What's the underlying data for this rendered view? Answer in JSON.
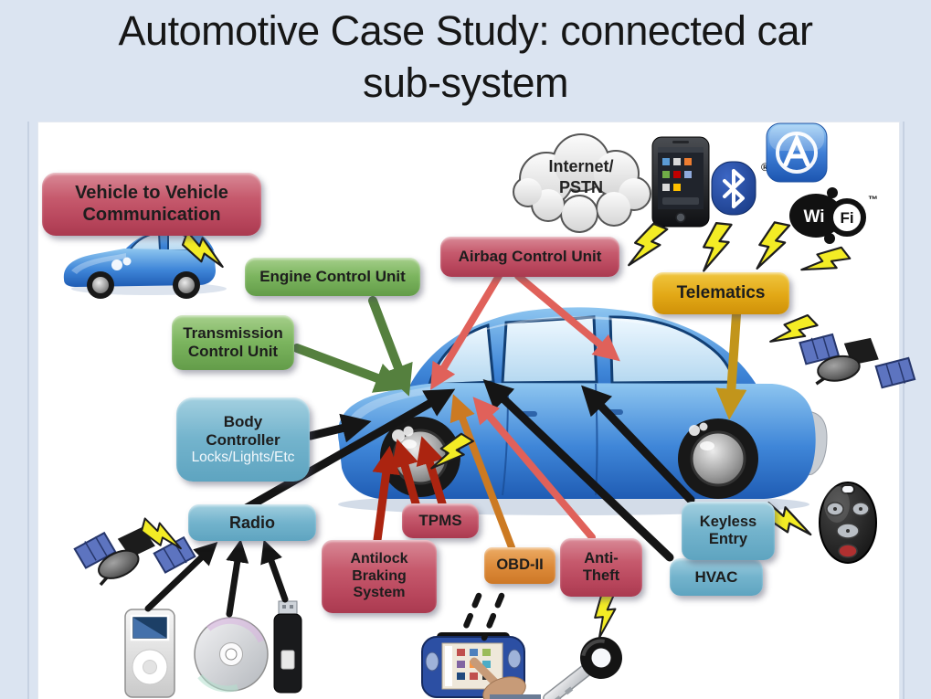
{
  "slide": {
    "title": [
      "Automotive Case Study: connected car",
      "sub-system"
    ]
  },
  "colors": {
    "background": "#dbe4f1",
    "panel": "#ffffff",
    "box_red": "#c14f62",
    "box_green": "#74ae58",
    "box_blue": "#6cb0cb",
    "box_yellow": "#e0a81a",
    "box_orange": "#dd8b3a",
    "arrow_black": "#151515",
    "arrow_green": "#55803e",
    "arrow_salmon": "#e0615a",
    "arrow_gold": "#c2951b",
    "arrow_darkred": "#ab2410",
    "arrow_orange": "#cc7a22",
    "lightning_yellow": "#f3ec25"
  },
  "boxes": {
    "v2v": {
      "lines": [
        "Vehicle to Vehicle",
        "Communication"
      ]
    },
    "ecu": {
      "lines": [
        "Engine Control Unit"
      ]
    },
    "tcu": {
      "lines": [
        "Transmission",
        "Control Unit"
      ]
    },
    "body_controller": {
      "lines": [
        "Body",
        "Controller"
      ],
      "subtitle": "Locks/Lights/Etc"
    },
    "radio": {
      "lines": [
        "Radio"
      ]
    },
    "airbag": {
      "lines": [
        "Airbag Control Unit"
      ]
    },
    "telematics": {
      "lines": [
        "Telematics"
      ]
    },
    "tpms": {
      "lines": [
        "TPMS"
      ]
    },
    "abs": {
      "lines": [
        "Antilock",
        "Braking",
        "System"
      ]
    },
    "obd": {
      "lines": [
        "OBD-II"
      ]
    },
    "anti_theft": {
      "lines": [
        "Anti-",
        "Theft"
      ]
    },
    "hvac": {
      "lines": [
        "HVAC"
      ]
    },
    "keyless": {
      "lines": [
        "Keyless",
        "Entry"
      ]
    }
  },
  "cloud": {
    "lines": [
      "Internet/",
      "PSTN"
    ]
  },
  "logos": {
    "wifi": {
      "wi": "Wi",
      "fi": "Fi",
      "tm": "™"
    },
    "bluetooth": {
      "registered": "®"
    }
  },
  "icons": [
    "v2v-car",
    "main-car",
    "satellite-left",
    "satellite-right",
    "smartphone",
    "bluetooth-logo",
    "app-store-icon",
    "wifi-logo",
    "key-fob",
    "car-key",
    "obd-scan-tool",
    "ipod",
    "cd-disc",
    "usb-stick",
    "lightning-bolt",
    "internet-cloud"
  ]
}
